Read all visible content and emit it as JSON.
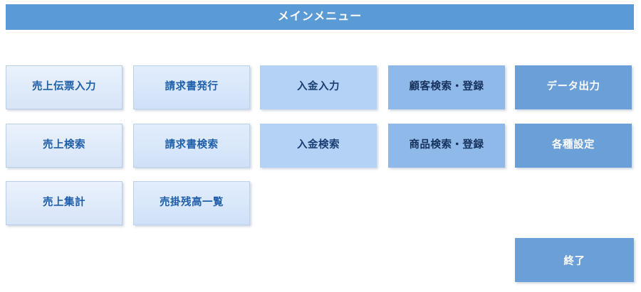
{
  "header": {
    "title": "メインメニュー",
    "bar_color": "#5b9bd5",
    "text_color": "#ffffff"
  },
  "palette": {
    "background": "#ffffff",
    "tone_1": "#e4eefb",
    "tone_2": "#d8e7fa",
    "tone_3": "#b3d2f5",
    "tone_4": "#8fb9e9",
    "tone_5": "#6a9fd8",
    "label_blue": "#1f5fa9",
    "label_navy": "#16325c",
    "label_white": "#ffffff"
  },
  "menu": {
    "columns": [
      {
        "tone": "tone-1",
        "buttons": [
          {
            "label": "売上伝票入力"
          },
          {
            "label": "売上検索"
          },
          {
            "label": "売上集計"
          }
        ]
      },
      {
        "tone": "tone-2",
        "buttons": [
          {
            "label": "請求書発行"
          },
          {
            "label": "請求書検索"
          },
          {
            "label": "売掛残高一覧"
          }
        ]
      },
      {
        "tone": "tone-3",
        "buttons": [
          {
            "label": "入金入力"
          },
          {
            "label": "入金検索"
          }
        ]
      },
      {
        "tone": "tone-4",
        "buttons": [
          {
            "label": "顧客検索・登録"
          },
          {
            "label": "商品検索・登録"
          }
        ]
      },
      {
        "tone": "tone-5",
        "buttons": [
          {
            "label": "データ出力"
          },
          {
            "label": "各種設定"
          }
        ]
      }
    ]
  },
  "exit": {
    "label": "終了"
  }
}
